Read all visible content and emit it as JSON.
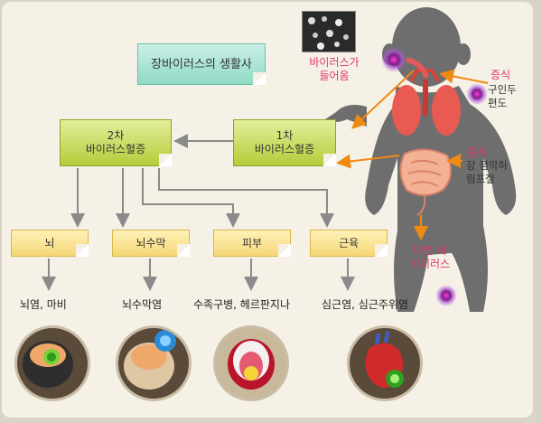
{
  "title": "장바이러스의 생활사",
  "infection": {
    "secondary": "2차\n바이러스혈증",
    "primary": "1차\n바이러스혈증"
  },
  "organs": [
    "뇌",
    "뇌수막",
    "피부",
    "근육"
  ],
  "diseases": [
    "뇌염, 마비",
    "뇌수막염",
    "수족구병, 헤르판지나",
    "심근염, 심근주위염"
  ],
  "body_labels": {
    "entry": "바이러스가\n들어옴",
    "proliferate_1_title": "증식",
    "proliferate_1_text": "구인두\n편도",
    "proliferate_2_title": "증식",
    "proliferate_2_text": "장 점막하\n림프절",
    "stool": "대변 내\n바이러스"
  },
  "colors": {
    "green_note": "#c3d64a",
    "yellow_note": "#f8dc83",
    "title_note": "#9fdccb",
    "red_text": "#e0356a",
    "arrow_orange": "#f08a12",
    "arrow_gray": "#8a8a8a",
    "silhouette": "#6e6e6e"
  }
}
